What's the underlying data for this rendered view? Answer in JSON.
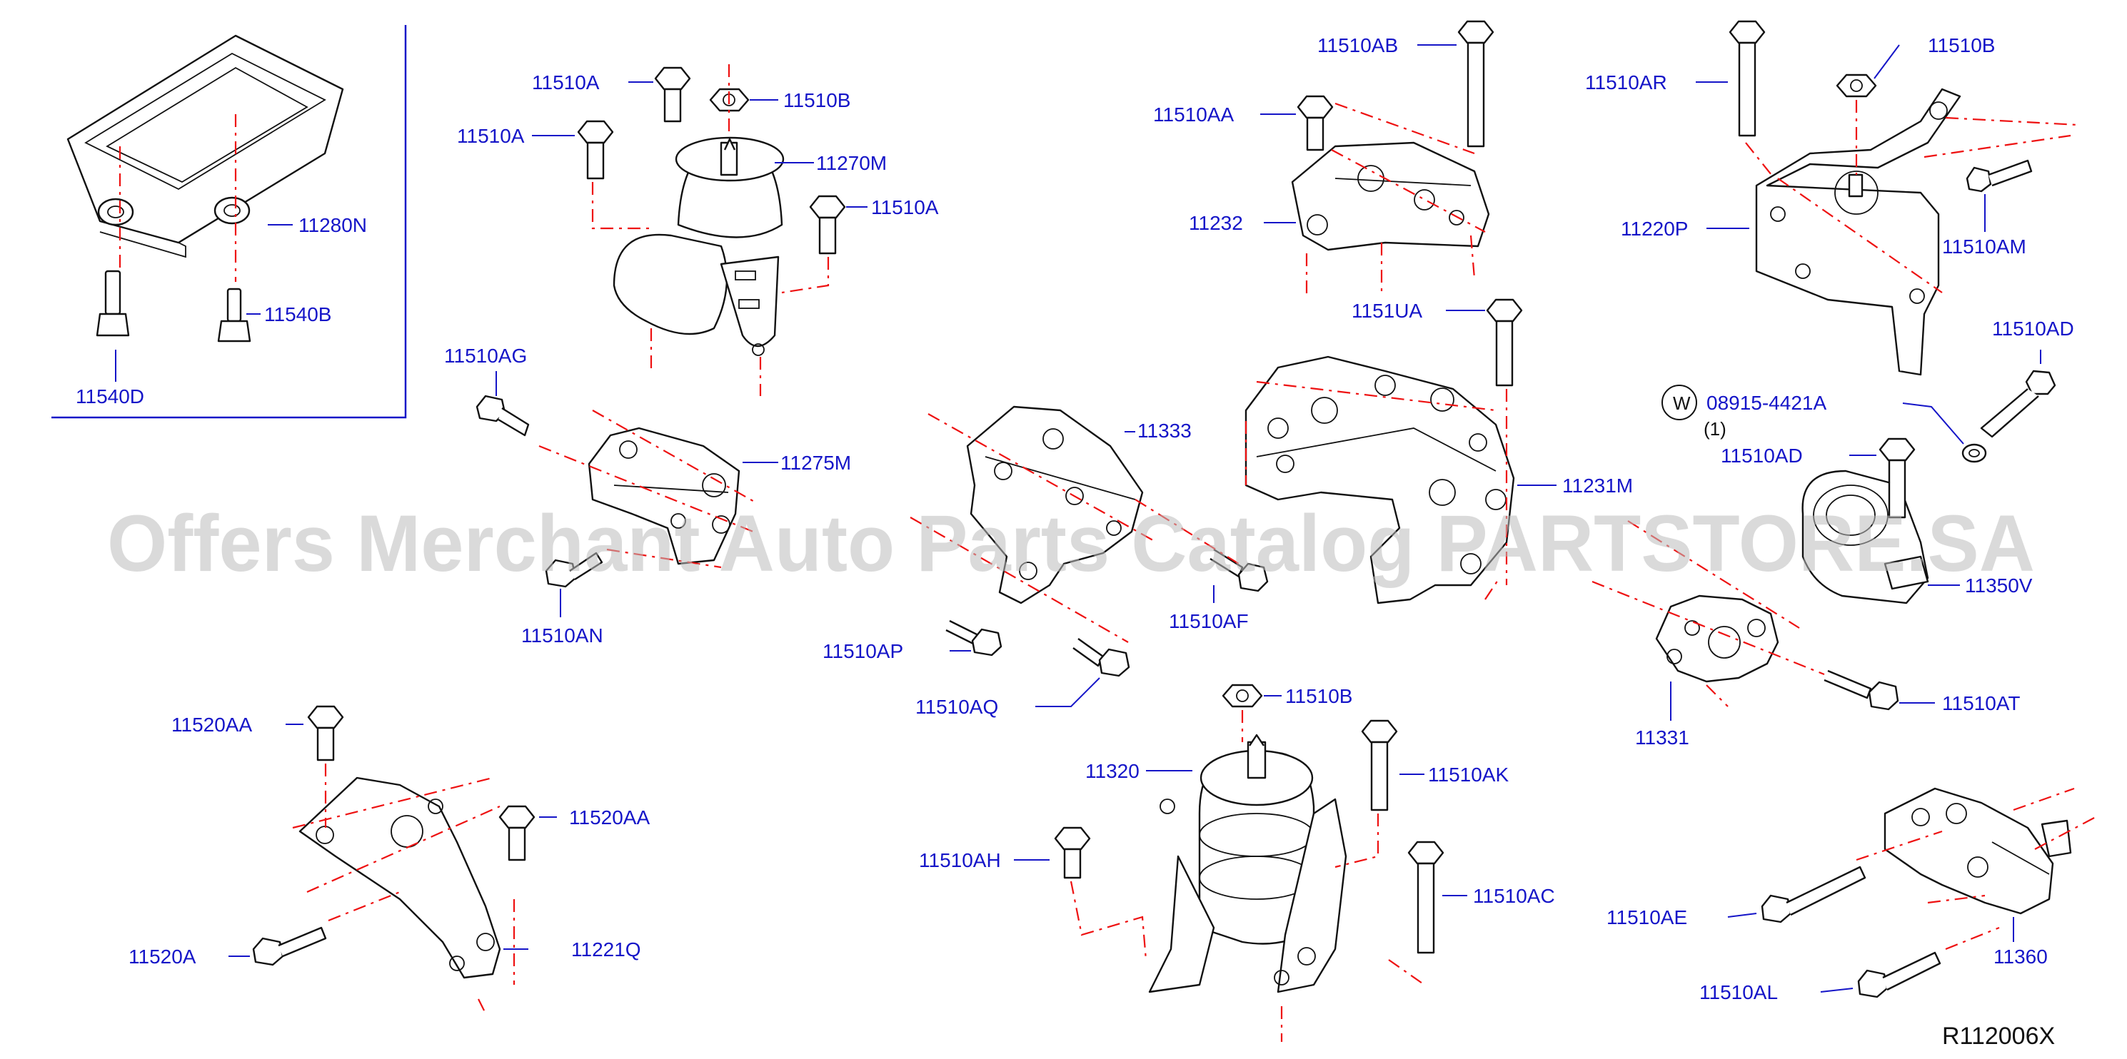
{
  "diagram": {
    "reference": "R112006X",
    "watermark": "Offers Merchant Auto Parts Catalog PARTSTORE.SA",
    "washer_symbol": "W",
    "washer_qty": "(1)",
    "labels": {
      "p11280N": "11280N",
      "p11540B": "11540B",
      "p11540D": "11540D",
      "p11510A_1": "11510A",
      "p11510A_2": "11510A",
      "p11510A_3": "11510A",
      "p11510B_1": "11510B",
      "p11270M": "11270M",
      "p11510AB": "11510AB",
      "p11510AA": "11510AA",
      "p11232": "11232",
      "p11510AR": "11510AR",
      "p11510B_2": "11510B",
      "p11220P": "11220P",
      "p11510AM": "11510AM",
      "p11510AD_1": "11510AD",
      "p08915": "08915-4421A",
      "p11510AD_2": "11510AD",
      "p1151UA": "1151UA",
      "p11231M": "11231M",
      "p11510AG": "11510AG",
      "p11275M": "11275M",
      "p11510AN": "11510AN",
      "p11333": "11333",
      "p11510AF": "11510AF",
      "p11510AP": "11510AP",
      "p11510AQ": "11510AQ",
      "p11350V": "11350V",
      "p11331": "11331",
      "p11510AT": "11510AT",
      "p11510B_3": "11510B",
      "p11320": "11320",
      "p11510AK": "11510AK",
      "p11510AH": "11510AH",
      "p11510AC": "11510AC",
      "p11520AA_1": "11520AA",
      "p11520AA_2": "11520AA",
      "p11221Q": "11221Q",
      "p11520A": "11520A",
      "p11510AE": "11510AE",
      "p11360": "11360",
      "p11510AL": "11510AL"
    }
  }
}
